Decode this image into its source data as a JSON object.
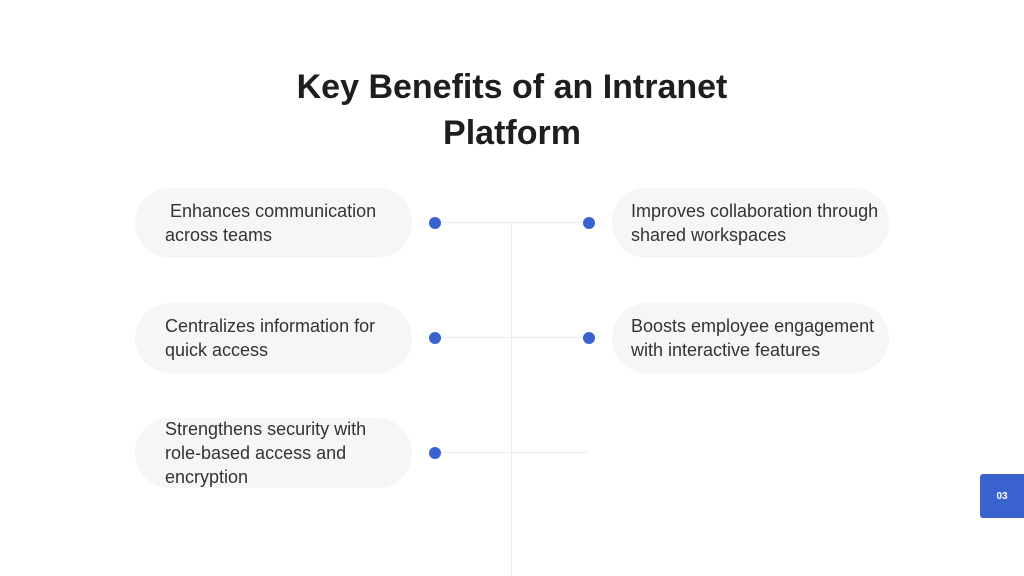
{
  "slide": {
    "title": "Key Benefits of an Intranet Platform",
    "page_number": "03"
  },
  "benefits": {
    "left": [
      {
        "text": " Enhances communication across teams"
      },
      {
        "text": "Centralizes information for quick access"
      },
      {
        "text": "Strengthens security with role-based access and encryption"
      }
    ],
    "right": [
      {
        "text": "Improves collaboration through shared workspaces"
      },
      {
        "text": "Boosts employee engagement with interactive features"
      }
    ]
  },
  "colors": {
    "accent": "#3a63d0",
    "pill_background": "#f6f6f6",
    "title_text": "#1e1e1e",
    "body_text": "#333333",
    "line": "#ececec"
  }
}
